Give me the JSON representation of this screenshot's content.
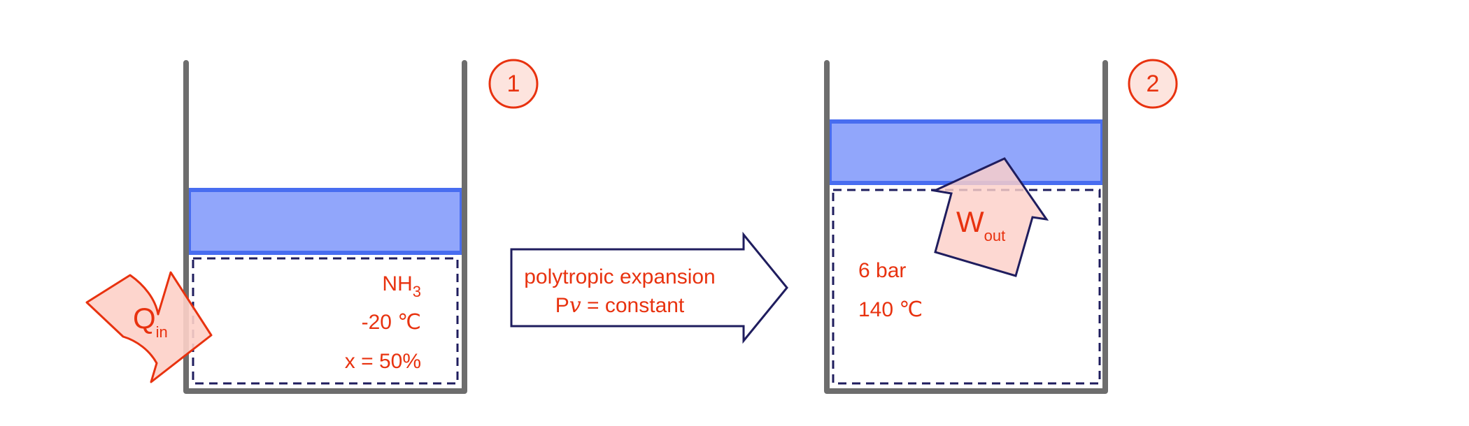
{
  "state1": {
    "number": "1",
    "substance_main": "NH",
    "substance_sub": "3",
    "temperature": "-20 ℃",
    "quality": "x = 50%",
    "heat_main": "Q",
    "heat_sub": "in"
  },
  "process": {
    "line1": "polytropic expansion",
    "line2_prefix": "P",
    "line2_var": "v",
    "line2_suffix": " = constant"
  },
  "state2": {
    "number": "2",
    "pressure": "6 bar",
    "temperature": "140 ℃",
    "work_main": "W",
    "work_sub": "out"
  },
  "colors": {
    "wall": "#6d6d6d",
    "piston_fill": "#8ca2fb",
    "piston_edge": "#3f66f0",
    "dash": "#1f1d5e",
    "label": "#e8320f",
    "arrow_fill": "#fdd0c8",
    "arrow_edge": "#e8320f",
    "process_arrow": "#1f1d5e"
  }
}
